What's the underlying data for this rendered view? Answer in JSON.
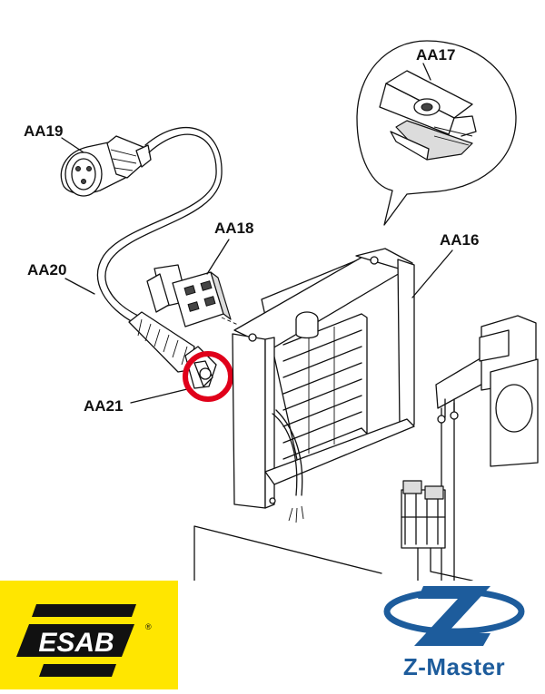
{
  "labels": {
    "aa17": "AA17",
    "aa19": "AA19",
    "aa18": "AA18",
    "aa16": "AA16",
    "aa20": "AA20",
    "aa21": "AA21"
  },
  "highlight_color": "#e0001a",
  "esab_logo": {
    "text": "ESAB",
    "mark": "®",
    "background": "#ffe600"
  },
  "zmaster_logo": {
    "text": "Z-Master",
    "color": "#1d5c9c"
  }
}
